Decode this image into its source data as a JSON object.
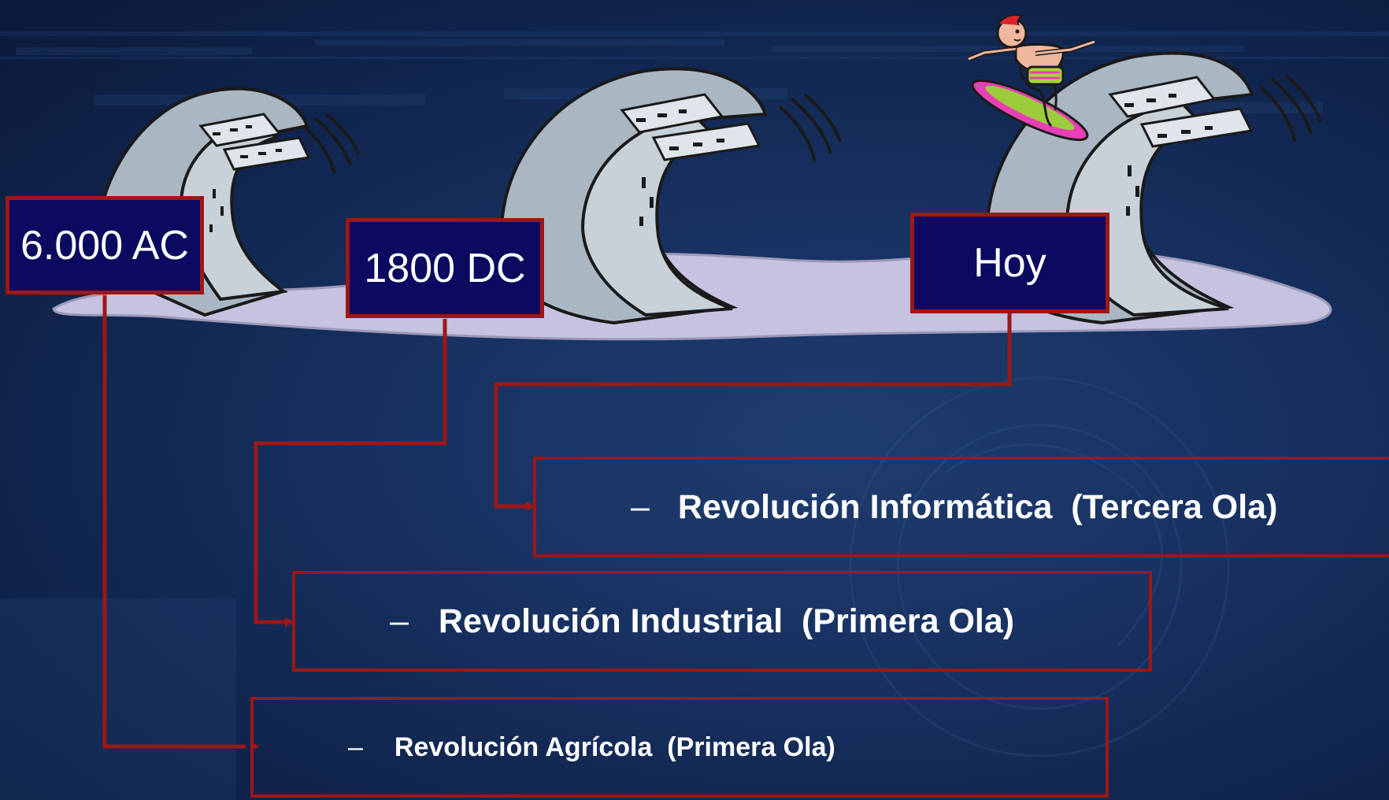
{
  "dates": {
    "d1": "6.000 AC",
    "d2": "1800 DC",
    "d3": "Hoy"
  },
  "revolutions": {
    "informatica": {
      "dash": "–",
      "label": "Revolución Informática  (Tercera Ola)"
    },
    "industrial": {
      "dash": "–",
      "label": "Revolución Industrial  (Primera Ola)"
    },
    "agricola": {
      "dash": "–",
      "label": "Revolución Agrícola  (Primera Ola)"
    }
  },
  "colors": {
    "background": "#183262",
    "box_fill": "#0b0a60",
    "box_border": "#9c1818",
    "connector": "#9c1818",
    "wave": "#a9b7c3",
    "foam": "#c6c3e0"
  },
  "icons": [
    "wave-icon",
    "surfer-icon"
  ]
}
